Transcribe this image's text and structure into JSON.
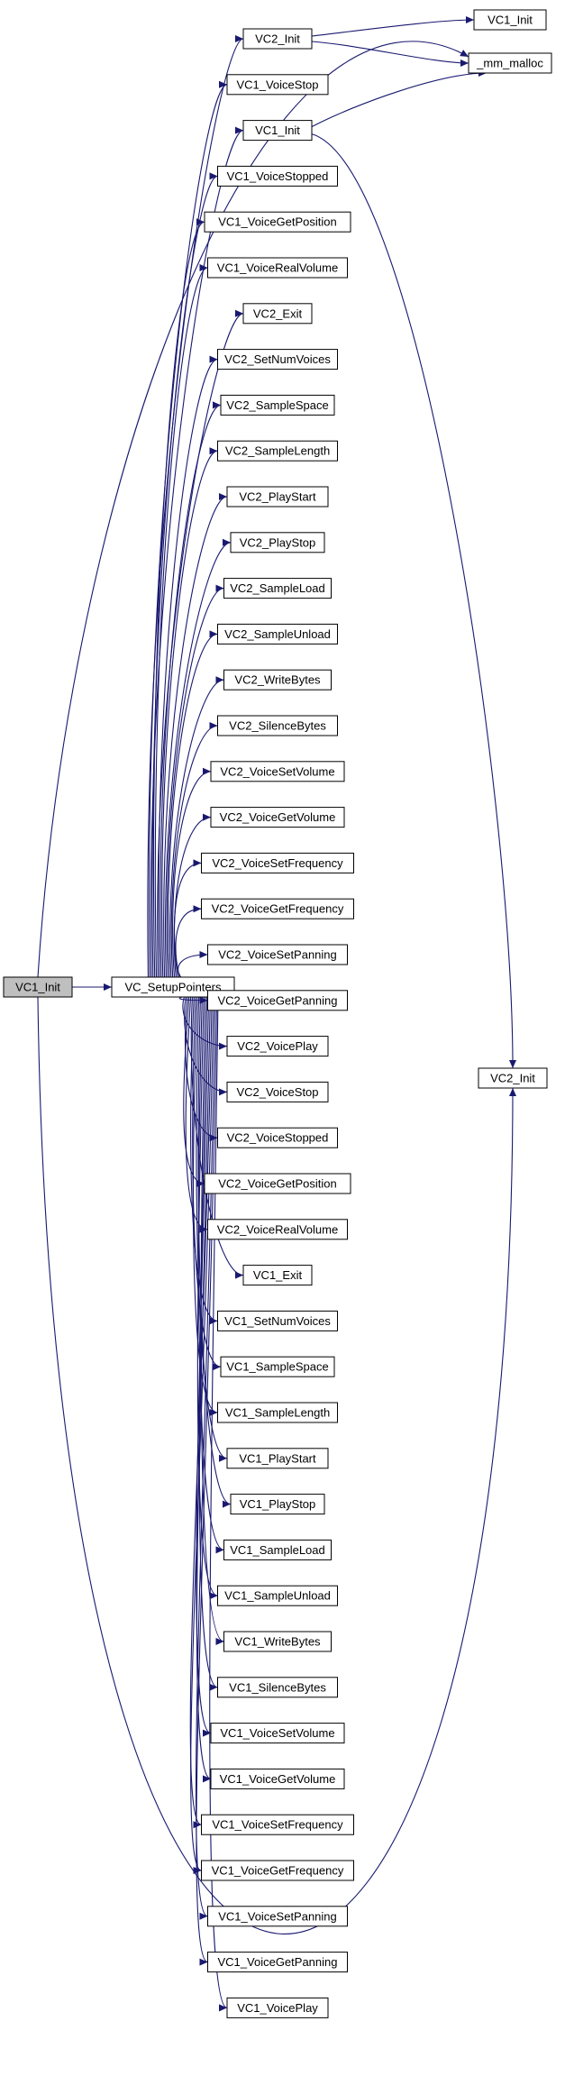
{
  "graph": {
    "type": "call-graph",
    "colors": {
      "edge": "#191970",
      "node_border": "#000000",
      "root_fill": "#bfbfbf",
      "node_fill": "#ffffff"
    },
    "nodes": {
      "root": "VC1_Init",
      "setup": "VC_SetupPointers",
      "vc1_init_b": "VC1_Init",
      "vc2_init_b": "VC2_Init",
      "mm_malloc": "_mm_malloc",
      "vc2_init_right": "VC2_Init"
    },
    "callees": [
      "VC2_Init",
      "VC1_VoiceStop",
      "VC1_Init",
      "VC1_VoiceStopped",
      "VC1_VoiceGetPosition",
      "VC1_VoiceRealVolume",
      "VC2_Exit",
      "VC2_SetNumVoices",
      "VC2_SampleSpace",
      "VC2_SampleLength",
      "VC2_PlayStart",
      "VC2_PlayStop",
      "VC2_SampleLoad",
      "VC2_SampleUnload",
      "VC2_WriteBytes",
      "VC2_SilenceBytes",
      "VC2_VoiceSetVolume",
      "VC2_VoiceGetVolume",
      "VC2_VoiceSetFrequency",
      "VC2_VoiceGetFrequency",
      "VC2_VoiceSetPanning",
      "VC2_VoiceGetPanning",
      "VC2_VoicePlay",
      "VC2_VoiceStop",
      "VC2_VoiceStopped",
      "VC2_VoiceGetPosition",
      "VC2_VoiceRealVolume",
      "VC1_Exit",
      "VC1_SetNumVoices",
      "VC1_SampleSpace",
      "VC1_SampleLength",
      "VC1_PlayStart",
      "VC1_PlayStop",
      "VC1_SampleLoad",
      "VC1_SampleUnload",
      "VC1_WriteBytes",
      "VC1_SilenceBytes",
      "VC1_VoiceSetVolume",
      "VC1_VoiceGetVolume",
      "VC1_VoiceSetFrequency",
      "VC1_VoiceGetFrequency",
      "VC1_VoiceSetPanning",
      "VC1_VoiceGetPanning",
      "VC1_VoicePlay"
    ]
  }
}
